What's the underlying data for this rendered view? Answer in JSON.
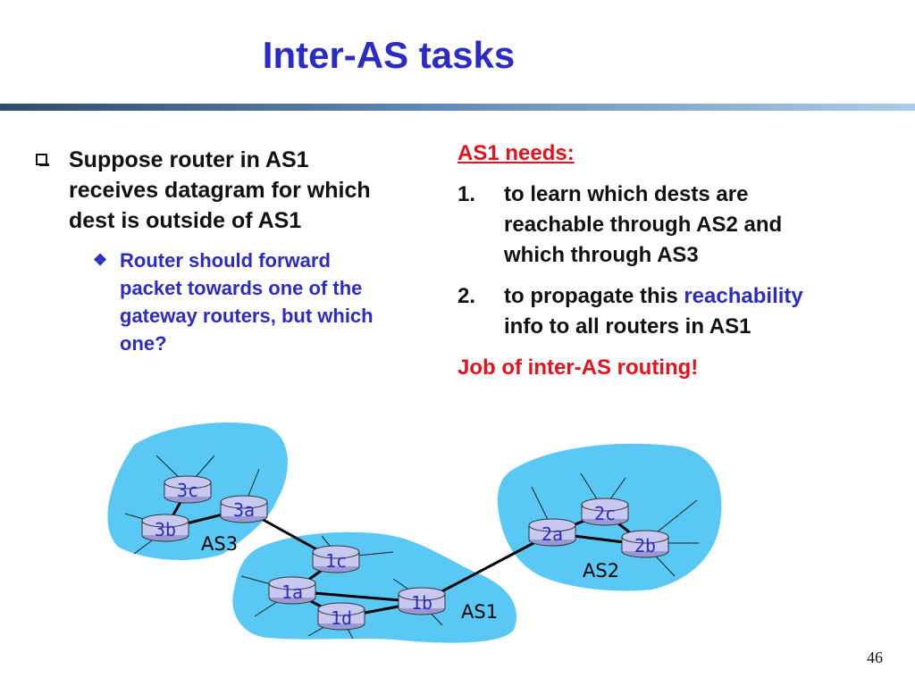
{
  "slide": {
    "title": "Inter-AS tasks",
    "page_number": "46"
  },
  "left": {
    "main_bullet": "Suppose router in AS1 receives datagram for which dest is outside of AS1",
    "sub_bullet": "Router should forward packet towards one of the gateway routers, but which one?"
  },
  "right": {
    "needs_heading": "AS1 needs:",
    "items": [
      {
        "num": "1.",
        "text": "to learn which dests are reachable through AS2 and which through AS3"
      },
      {
        "num": "2.",
        "pre": "to propagate this ",
        "highlight": "reachability",
        "post": " info to all routers in AS1"
      }
    ],
    "conclusion": "Job of inter-AS routing!"
  },
  "diagram": {
    "as_labels": {
      "as3": "AS3",
      "as1": "AS1",
      "as2": "AS2"
    },
    "routers": {
      "r3c": "3c",
      "r3a": "3a",
      "r3b": "3b",
      "r1c": "1c",
      "r1a": "1a",
      "r1b": "1b",
      "r1d": "1d",
      "r2a": "2a",
      "r2c": "2c",
      "r2b": "2b"
    },
    "colors": {
      "cloud": "#5ac8f5",
      "router": "#c8c8f0",
      "router_text": "#2b2bc8"
    }
  }
}
